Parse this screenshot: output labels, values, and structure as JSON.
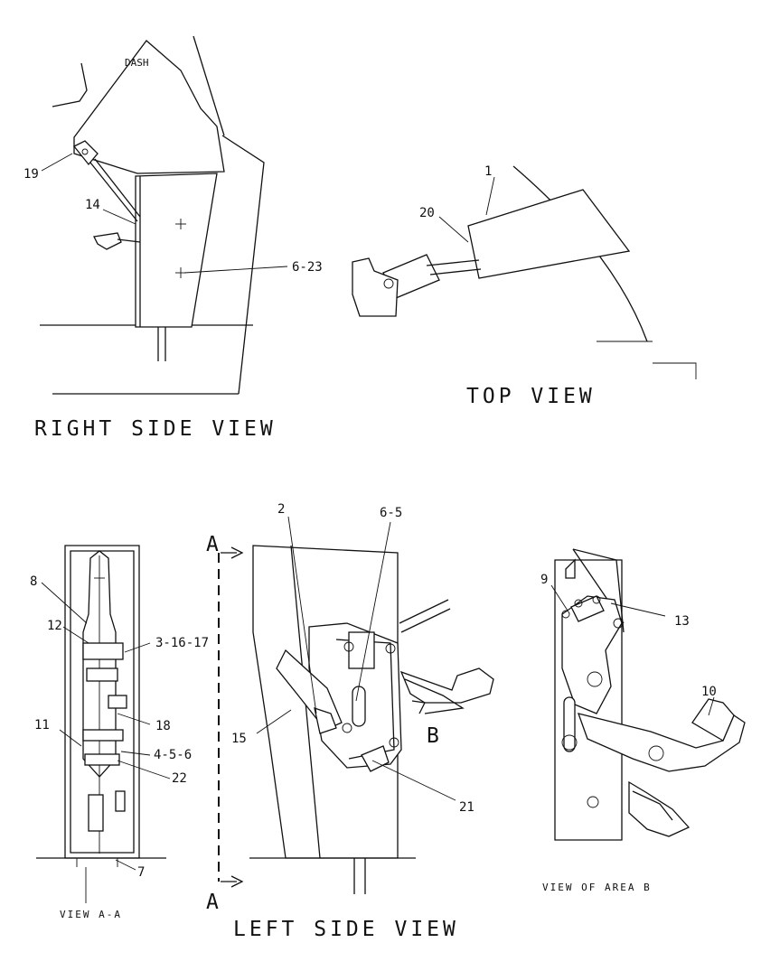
{
  "views": {
    "right_side": "RIGHT SIDE VIEW",
    "top": "TOP VIEW",
    "view_a_a": "VIEW A-A",
    "left_side": "LEFT SIDE VIEW",
    "area_b": "VIEW OF AREA B"
  },
  "labels": {
    "dash": "DASH",
    "section_a_top": "A",
    "section_a_bottom": "A",
    "area_b_marker": "B"
  },
  "callouts": {
    "c1": "1",
    "c2": "2",
    "c6_5": "6-5",
    "c6_23": "6-23",
    "c7": "7",
    "c8": "8",
    "c9": "9",
    "c10": "10",
    "c11": "11",
    "c12": "12",
    "c13": "13",
    "c14": "14",
    "c15": "15",
    "c3_16_17": "3-16-17",
    "c18": "18",
    "c19": "19",
    "c20": "20",
    "c21": "21",
    "c22": "22",
    "c4_5_6": "4-5-6"
  }
}
